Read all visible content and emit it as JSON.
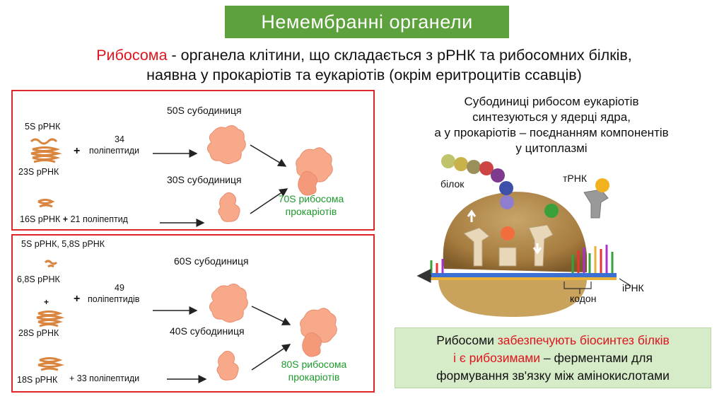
{
  "header": {
    "title": "Немембранні органели"
  },
  "intro": {
    "term": "Рибосома",
    "line1_rest": " - органела клітини, що складається з рРНК та рибосомних білків,",
    "line2": "наявна у прокаріотів та еукаріотів (окрім еритроцитів ссавців)"
  },
  "prokaryote_panel": {
    "rrna_5s": "5S рРНК",
    "rrna_23s": "23S рРНК",
    "plus": "+",
    "polypeptides_count": "34",
    "polypeptides_label": "поліпептиди",
    "large_subunit": "50S субодиниця",
    "small_subunit": "30S субодиниця",
    "small_components": "16S рРНК",
    "small_plus": "+",
    "small_polypeptides": "21 поліпептид",
    "ribosome_line1": "70S рибосома",
    "ribosome_line2": "прокаріотів"
  },
  "eukaryote_panel": {
    "rrna_top": "5S рРНК, 5,8S рРНК",
    "rrna_68": "6,8S рРНК",
    "rrna_28s": "28S рРНК",
    "plus": "+",
    "polypeptides_count": "49",
    "polypeptides_label": "поліпептидів",
    "large_subunit": "60S субодиниця",
    "small_subunit": "40S субодиниця",
    "small_components": "18S рРНК",
    "small_polypeptides": "+ 33 поліпептиди",
    "ribosome_line1": "80S рибосома",
    "ribosome_line2": "прокаріотів"
  },
  "right": {
    "lines": [
      "Субодиниці рибосом еукаріотів",
      "синтезуються у ядерці ядра,",
      "а у прокаріотів – поєднанням компонентів",
      "у цитоплазмі"
    ],
    "label_protein": "білок",
    "label_trna": "тРНК",
    "label_mrna": "іРНК",
    "label_codon": "кодон"
  },
  "summary": {
    "part1": "Рибосоми ",
    "part2_red": "забезпечують біосинтез білків",
    "part3_red": "і є рибозимами",
    "part4": " – ферментами для",
    "line3": "формування зв'язку між амінокислотами"
  },
  "colors": {
    "title_bg": "#5ca13c",
    "accent_red": "#e0141e",
    "green_text": "#1c9a2c",
    "summary_bg": "#d6ebc8",
    "subunit": "#f7a98a",
    "rrna": "#d9853e"
  }
}
